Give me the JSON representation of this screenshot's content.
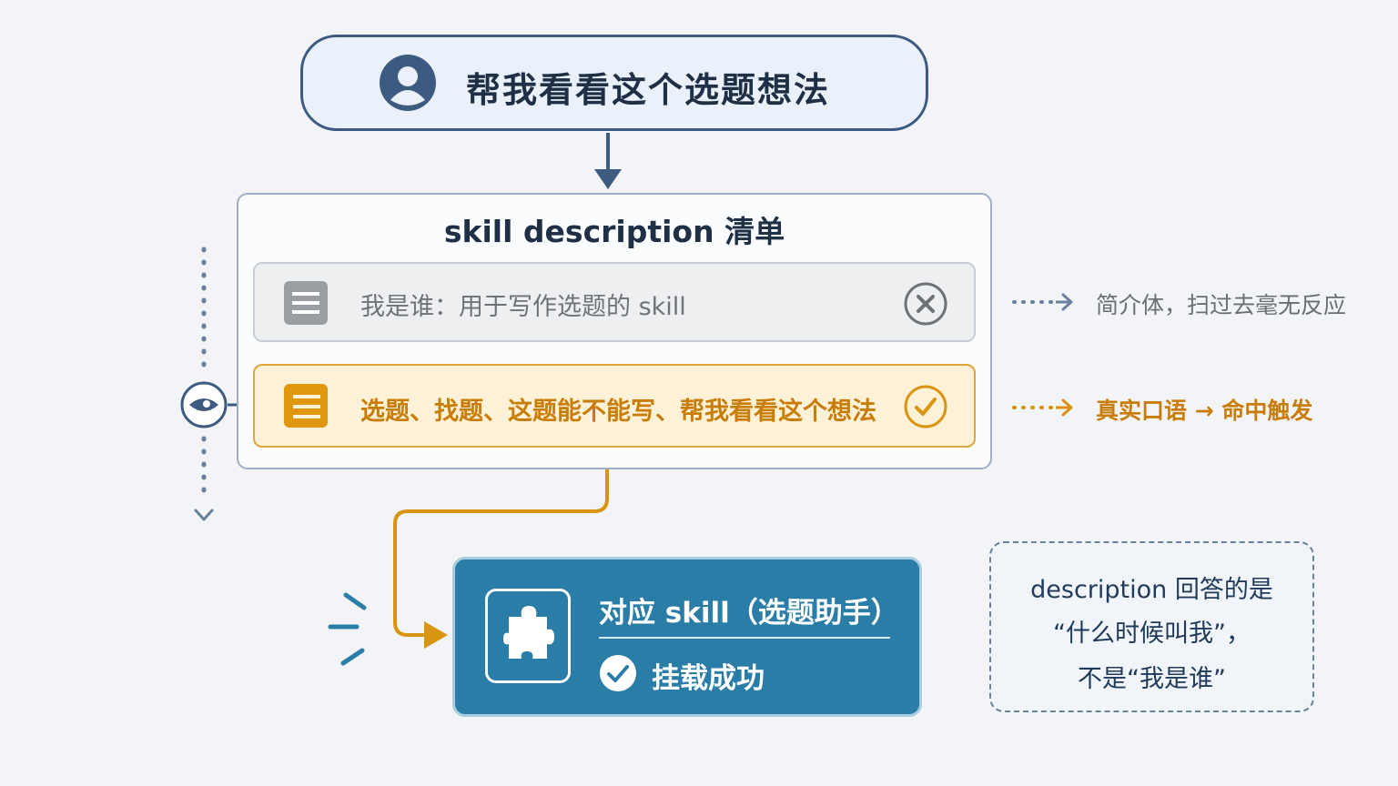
{
  "query": {
    "text": "帮我看看这个选题想法",
    "icon": "user-icon"
  },
  "skill_list": {
    "title": "skill description 清单",
    "items": [
      {
        "text": "我是谁：用于写作选题的 skill",
        "status": "rejected",
        "icon": "document-icon",
        "status_icon": "x-circle-icon",
        "note": "简介体，扫过去毫无反应"
      },
      {
        "text": "选题、找题、这题能不能写、帮我看看这个想法",
        "status": "matched",
        "icon": "document-icon",
        "status_icon": "check-circle-icon",
        "note": "真实口语 → 命中触发"
      }
    ]
  },
  "result": {
    "title": "对应 skill（选题助手）",
    "status": "挂载成功",
    "icon": "puzzle-icon",
    "status_icon": "check-icon"
  },
  "note_box": {
    "lines": [
      "description 回答的是",
      "“什么时候叫我”，",
      "不是“我是谁”"
    ]
  },
  "colors": {
    "navy": "#3d5a80",
    "gold": "#e0a63a",
    "gold_text": "#c97d07",
    "teal": "#2a7da6",
    "gray": "#9a9da2"
  }
}
